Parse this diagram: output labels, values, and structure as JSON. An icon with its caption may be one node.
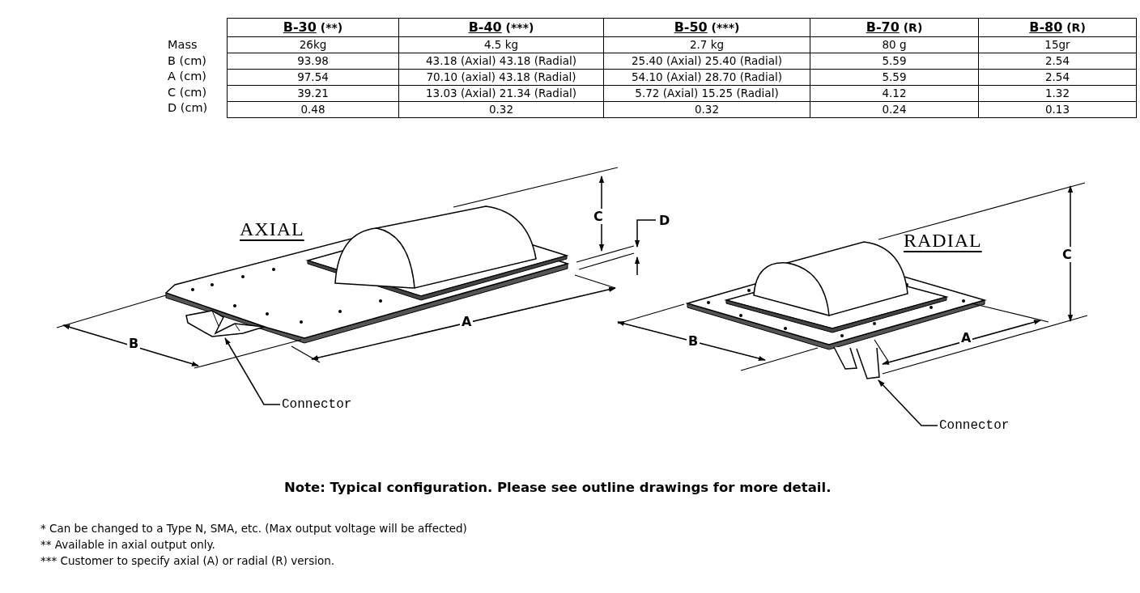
{
  "diagram": {
    "nodes": [
      {
        "text": [
          "Connector"
        ]
      },
      {
        "text": [],
        "shape": "picture"
      },
      {
        "text": [
          "Connector"
        ]
      },
      {
        "text": [],
        "shape": "picture"
      }
    ],
    "edges": [
      {
        "from": 0,
        "to": 1,
        "arrow": "to"
      },
      {
        "from": 2,
        "to": 3,
        "arrow": "to"
      }
    ],
    "labels": [
      "B-30 (**)",
      "B-40 (***)",
      "B-50 (***)",
      "B-70 (R)",
      "B-80 (R)",
      "Mass",
      "26kg",
      "4.5 kg",
      "2.7 kg",
      "80 g",
      "15gr",
      "B (cm)",
      "93.98",
      "43.18 (Axial) 43.18 (Radial)",
      "25.40 (Axial) 25.40 (Radial)",
      "5.59",
      "2.54",
      "A (cm)",
      "97.54",
      "70.10 (axial) 43.18 (Radial)",
      "54.10 (Axial) 28.70 (Radial)",
      "5.59",
      "2.54",
      "C (cm)",
      "39.21",
      "13.03 (Axial) 21.34 (Radial)",
      "5.72 (Axial) 15.25 (Radial)",
      "4.12",
      "1.32",
      "D (cm)",
      "0.48",
      "0.32",
      "0.32",
      "0.24",
      "0.13",
      "AXIAL",
      "C",
      "D",
      "B",
      "A",
      "RADIAL",
      "C",
      "B",
      "A",
      "Note: Typical configuration. Please see outline drawings for more detail.",
      "* Can be changed to a Type N, SMA, etc. (Max output voltage will be affected)",
      "** Available in axial output only.",
      "*** Customer to specify axial (A) or radial (R) version."
    ]
  }
}
